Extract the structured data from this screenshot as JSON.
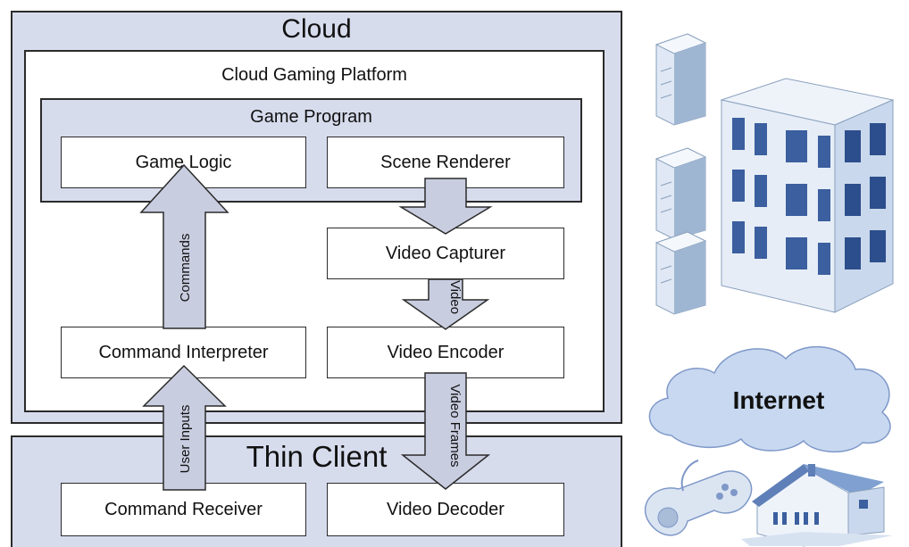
{
  "cloud": {
    "title": "Cloud"
  },
  "platform": {
    "title": "Cloud Gaming Platform"
  },
  "game_program": {
    "title": "Game Program"
  },
  "nodes": {
    "game_logic": "Game Logic",
    "scene_renderer": "Scene Renderer",
    "video_capturer": "Video Capturer",
    "command_interpreter": "Command Interpreter",
    "video_encoder": "Video Encoder",
    "command_receiver": "Command Receiver",
    "video_decoder": "Video Decoder"
  },
  "thin_client": {
    "title": "Thin Client"
  },
  "arrows": {
    "commands": "Commands",
    "video": "Video",
    "user_inputs": "User Inputs",
    "video_frames": "Video Frames"
  },
  "illustrations": {
    "internet": "Internet",
    "icons": [
      "server-icon",
      "office-building-icon",
      "cloud-icon",
      "gamepad-icon",
      "house-icon"
    ]
  },
  "colors": {
    "region_fill": "#d7dced",
    "arrow_fill": "#c9cde0",
    "border": "#2b2b2b"
  }
}
